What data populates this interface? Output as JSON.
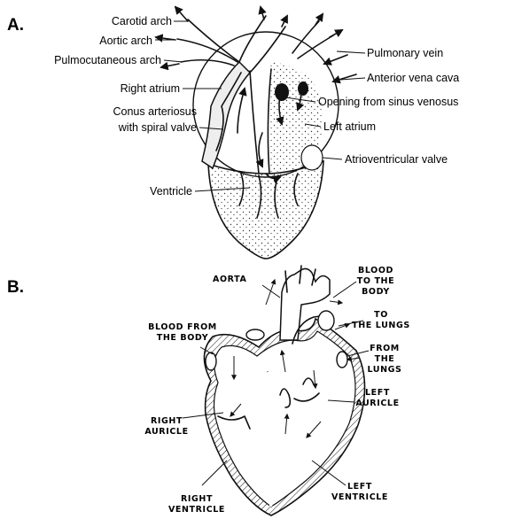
{
  "panel_a": {
    "letter": "A.",
    "labels": {
      "carotid_arch": "Carotid arch",
      "aortic_arch": "Aortic arch",
      "pulmocutaneous_arch": "Pulmocutaneous arch",
      "right_atrium": "Right atrium",
      "conus_line1": "Conus arteriosus",
      "conus_line2": "with spiral valve",
      "ventricle": "Ventricle",
      "pulmonary_vein": "Pulmonary vein",
      "anterior_vena_cava": "Anterior vena cava",
      "opening_sinus": "Opening from sinus venosus",
      "left_atrium": "Left atrium",
      "atrioventricular_valve": "Atrioventricular valve"
    }
  },
  "panel_b": {
    "letter": "B.",
    "labels": {
      "aorta": "AORTA",
      "blood_to_body_1": "BLOOD",
      "blood_to_body_2": "TO THE",
      "blood_to_body_3": "BODY",
      "blood_from_body_1": "BLOOD FROM",
      "blood_from_body_2": "THE BODY",
      "to_lungs_1": "TO",
      "to_lungs_2": "THE LUNGS",
      "from_lungs_1": "FROM",
      "from_lungs_2": "THE",
      "from_lungs_3": "LUNGS",
      "right_auricle_1": "RIGHT",
      "right_auricle_2": "AURICLE",
      "left_auricle_1": "LEFT",
      "left_auricle_2": "AURICLE",
      "right_ventricle_1": "RIGHT",
      "right_ventricle_2": "VENTRICLE",
      "left_ventricle_1": "LEFT",
      "left_ventricle_2": "VENTRICLE"
    }
  }
}
